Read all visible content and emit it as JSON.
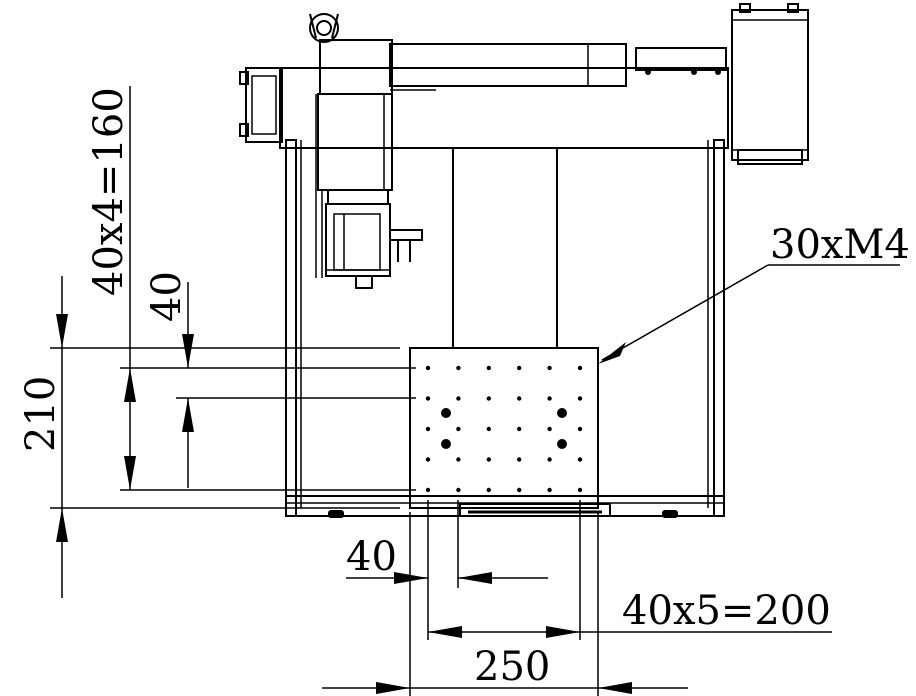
{
  "drawing": {
    "labels": {
      "hole_callout": "30xM4",
      "vertical_pitch": "40x4=160",
      "vertical_step": "40",
      "vertical_overall": "210",
      "horizontal_step": "40",
      "horizontal_pitch": "40x5=200",
      "horizontal_overall": "250"
    },
    "hole_grid": {
      "rows": 5,
      "cols": 6
    },
    "line_color": "#000000",
    "background": "#ffffff"
  }
}
